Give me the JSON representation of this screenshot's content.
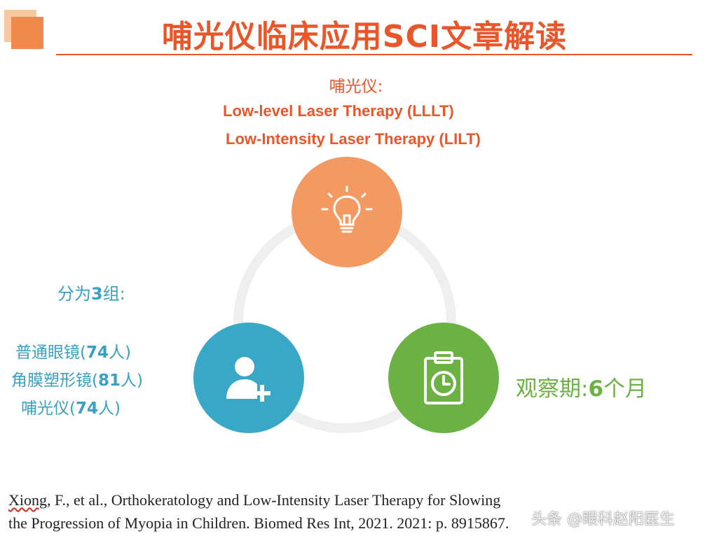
{
  "title": "哺光仪临床应用SCI文章解读",
  "intro": {
    "label": "哺光仪:",
    "term1": "Low-level Laser Therapy (LLLT)",
    "term2": "Low-Intensity Laser Therapy (LILT)"
  },
  "groups": {
    "label_prefix": "分为",
    "label_num": "3",
    "label_suffix": "组:",
    "items": [
      {
        "name": "普通眼镜",
        "open": "(",
        "count": "74",
        "unit": "人",
        "close": ")"
      },
      {
        "name": "角膜塑形镜",
        "open": "(",
        "count": "81",
        "unit": "人",
        "close": ")"
      },
      {
        "name": "哺光仪",
        "open": "(",
        "count": "74",
        "unit": "人",
        "close": ")"
      }
    ]
  },
  "observation": {
    "prefix": "观察期:",
    "num": "6",
    "suffix": "个月"
  },
  "citation": {
    "author": "Xiong",
    "line1_rest": ", F., et al., Orthokeratology and Low-Intensity Laser Therapy for Slowing",
    "line2": "the Progression of Myopia in Children. Biomed Res Int, 2021. 2021: p. 8915867."
  },
  "watermark": "头条 @眼科赵阳医生",
  "colors": {
    "accent": "#e8562a",
    "orange": "#f39a62",
    "blue": "#39a7c6",
    "green": "#6cb143"
  },
  "icons": {
    "top": "lightbulb-icon",
    "left": "add-user-icon",
    "right": "clipboard-clock-icon"
  }
}
